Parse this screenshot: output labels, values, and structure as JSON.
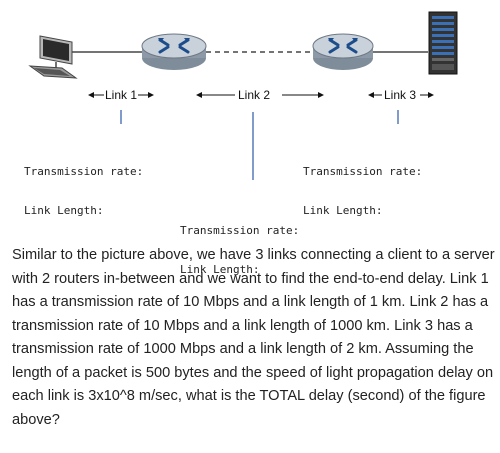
{
  "diagram": {
    "link1": {
      "label": "Link 1",
      "rate_label": "Transmission rate:",
      "length_label": "Link Length:"
    },
    "link2": {
      "label": "Link 2",
      "rate_label": "Transmission rate:",
      "length_label": "Link Length:"
    },
    "link3": {
      "label": "Link 3",
      "rate_label": "Transmission rate:",
      "length_label": "Link Length:"
    },
    "icons": [
      "client-computer-icon",
      "router-icon",
      "router-icon",
      "server-icon"
    ]
  },
  "question": {
    "text": "Similar to the picture above, we have 3 links connecting a client to a server with 2 routers in-between and we want to find the end-to-end delay. Link 1 has a transmission rate of 10 Mbps and a link length of 1 km. Link 2 has a transmission rate of 10 Mbps and a link length of 1000 km. Link 3 has a transmission rate of 1000 Mbps and a link length of 2 km. Assuming the length of a packet is 500 bytes and the speed of light propagation delay on each link is 3x10^8 m/sec, what is the TOTAL delay (second) of the figure above?"
  }
}
